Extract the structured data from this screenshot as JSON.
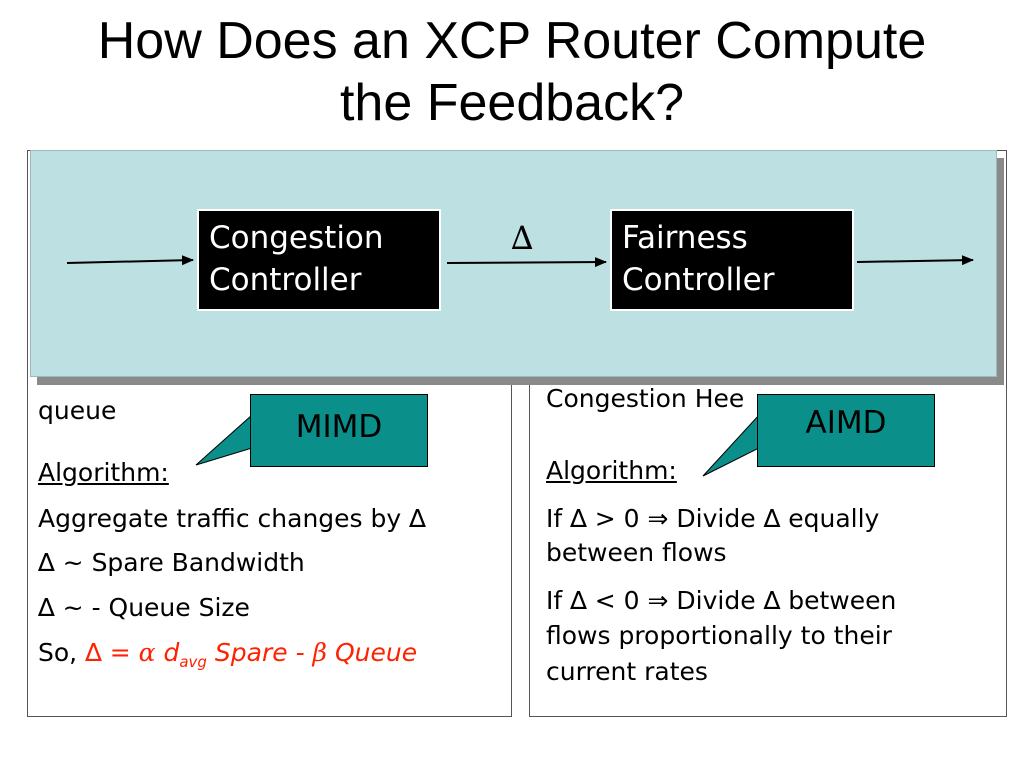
{
  "title": {
    "line1": "How Does an XCP Router Compute",
    "line2": "the Feedback?"
  },
  "diagram": {
    "congestion_line1": "Congestion",
    "congestion_line2": "Controller",
    "fairness_line1": "Fairness",
    "fairness_line2": "Controller",
    "delta": "∆",
    "background_color": "#bde0e2"
  },
  "callouts": {
    "mimd": "MIMD",
    "aimd": "AIMD",
    "color": "#0a8f8a"
  },
  "left_panel": {
    "partial_text": "queue",
    "algorithm_label": "Algorithm:",
    "line1": "Aggregate traffic changes by ∆",
    "line2": "∆ ~ Spare Bandwidth",
    "line3": "∆ ~ - Queue Size",
    "formula_prefix": "So, ",
    "formula_delta": "∆ = ",
    "formula_alpha": "α",
    "formula_d": " d",
    "formula_sub": "avg",
    "formula_spare": " Spare - ",
    "formula_beta": "β",
    "formula_queue": " Queue",
    "formula_color": "#ff2200"
  },
  "right_panel": {
    "partial_text": "Congestion Hee",
    "algorithm_label": "Algorithm:",
    "line1": "If ∆ > 0 ⇒ Divide ∆ equally",
    "line2": "between flows",
    "line3": "If ∆ < 0 ⇒ Divide ∆ between",
    "line4": "flows proportionally to their",
    "line5": "current rates"
  }
}
